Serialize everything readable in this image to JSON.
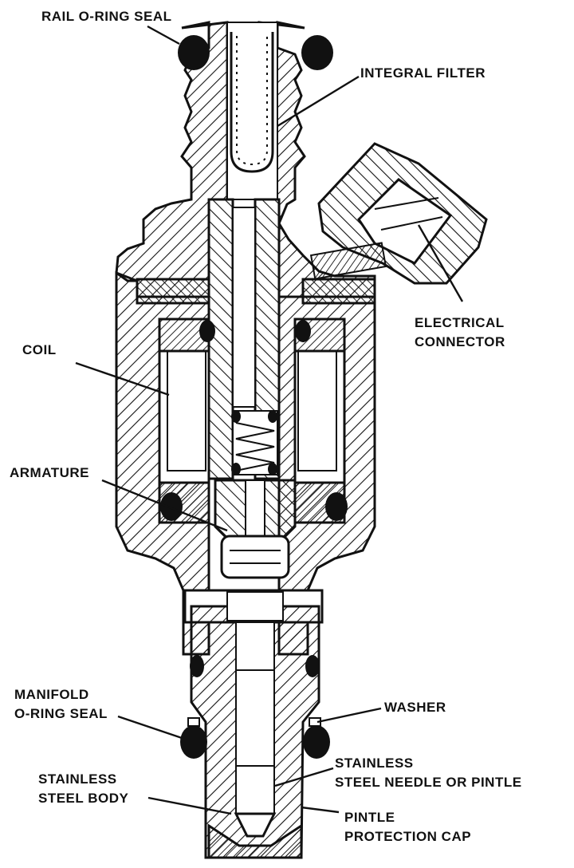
{
  "colors": {
    "ink": "#111111",
    "paper": "#ffffff"
  },
  "labels": {
    "rail_oring_seal": "RAIL O-RING SEAL",
    "integral_filter": "INTEGRAL FILTER",
    "electrical_connector": [
      "ELECTRICAL",
      "CONNECTOR"
    ],
    "coil": "COIL",
    "armature": "ARMATURE",
    "manifold_oring_seal": [
      "MANIFOLD",
      "O-RING SEAL"
    ],
    "washer": "WASHER",
    "stainless_needle": [
      "STAINLESS",
      "STEEL NEEDLE OR PINTLE"
    ],
    "stainless_body": [
      "STAINLESS",
      "STEEL BODY"
    ],
    "pintle_cap": [
      "PINTLE",
      "PROTECTION CAP"
    ]
  }
}
